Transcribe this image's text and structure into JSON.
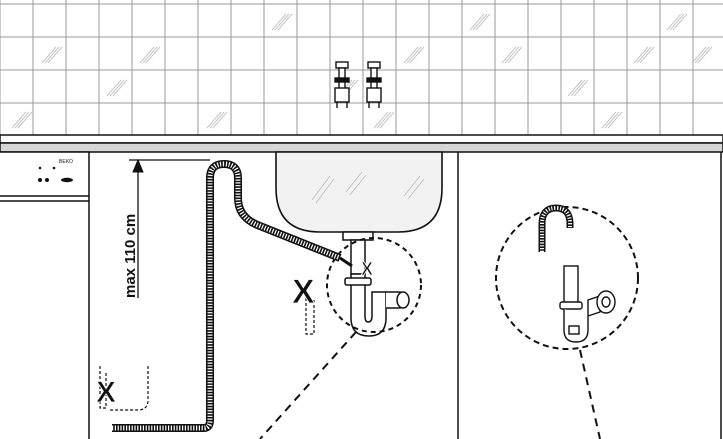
{
  "brand": "BEKO",
  "height_label": "max 110 cm",
  "wrong_mark": "X",
  "colors": {
    "line": "#1a1a1a",
    "tile_grid": "#9a9a9a",
    "counter_strip": "#d6d6d6",
    "sink": "#f2f2f2",
    "hose": "#ffffff"
  },
  "icons": [
    "faucet-icon",
    "hose-icon",
    "siphon-icon",
    "x-mark-icon",
    "magnifier-circle-icon"
  ]
}
